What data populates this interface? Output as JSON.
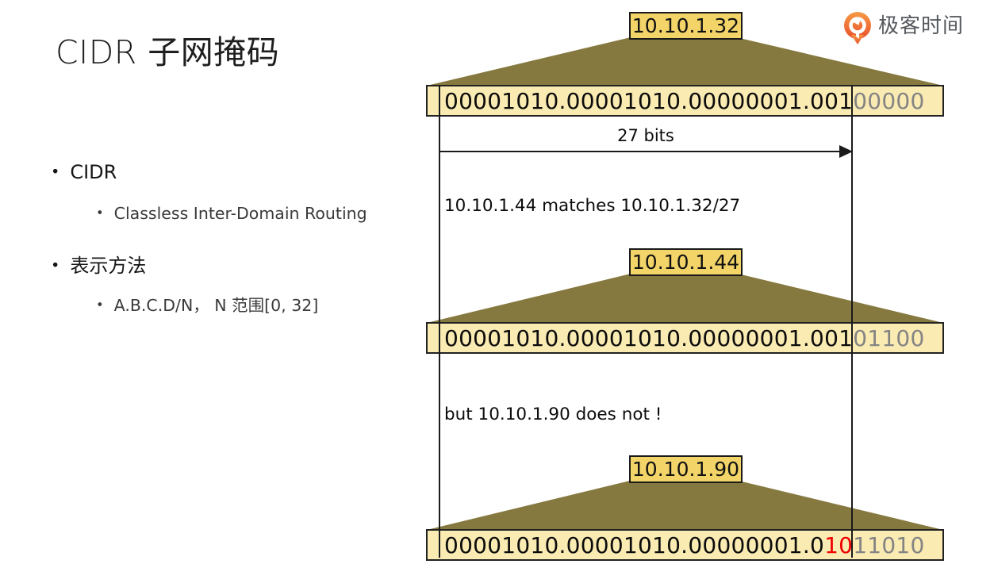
{
  "slide": {
    "title": "CIDR 子网掩码"
  },
  "bullets": [
    {
      "label": "CIDR",
      "children": [
        "Classless Inter-Domain Routing"
      ]
    },
    {
      "label": "表示方法",
      "children": [
        "A.B.C.D/N， N 范围[0, 32]"
      ]
    }
  ],
  "logo": {
    "text": "极客时间",
    "icon": "geektime-logo-icon"
  },
  "diagram": {
    "arrow_label": "27 bits",
    "match_text": "10.10.1.44 matches 10.10.1.32/27",
    "not_match_text": "but 10.10.1.90 does not !",
    "groups": [
      {
        "label": "10.10.1.32",
        "bits_network": "00001010.00001010.00000001.001",
        "bits_highlight": "",
        "bits_host": "00000"
      },
      {
        "label": "10.10.1.44",
        "bits_network": "00001010.00001010.00000001.001",
        "bits_highlight": "",
        "bits_host": "01100"
      },
      {
        "label": "10.10.1.90",
        "bits_network": "00001010.00001010.00000001.0",
        "bits_highlight": "10",
        "bits_host": "11010"
      }
    ]
  },
  "theme": {
    "label_fill": "#F3D469",
    "box_fill": "#FAEBB2",
    "trapezoid": "#86793F",
    "masked_bits": "#848484",
    "highlight_bits": "#EE0000",
    "line_color": "#1A1A1A",
    "logo_orange": "#EE6A2B",
    "logo_text": "#55595E",
    "title_color": "#1F1F1F",
    "subtext_color": "#3A3A3A"
  }
}
